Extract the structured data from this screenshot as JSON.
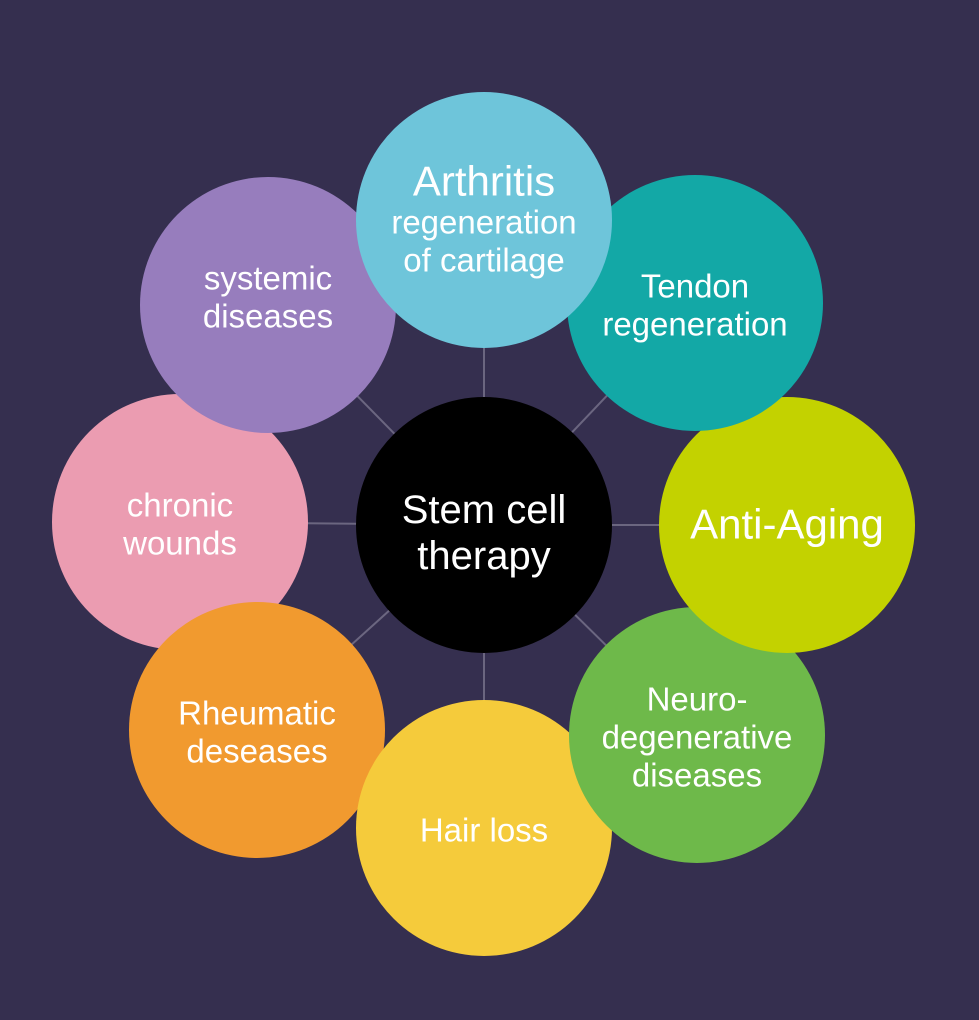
{
  "center": {
    "lines": [
      "Stem cell",
      "therapy"
    ],
    "color": "#000000"
  },
  "nodes": [
    {
      "id": "chronic-wounds",
      "lines": [
        "chronic",
        "wounds"
      ],
      "color": "#eb9cb1"
    },
    {
      "id": "rheumatic-diseases",
      "lines": [
        "Rheumatic",
        "deseases"
      ],
      "color": "#f19a2f"
    },
    {
      "id": "hair-loss",
      "lines": [
        "Hair loss"
      ],
      "color": "#f5cb3b"
    },
    {
      "id": "neurodegenerative-diseases",
      "lines": [
        "Neuro-",
        "degenerative",
        "diseases"
      ],
      "color": "#6eb94a"
    },
    {
      "id": "anti-aging",
      "lines": [
        "Anti-Aging"
      ],
      "color": "#c3d200"
    },
    {
      "id": "tendon-regeneration",
      "lines": [
        "Tendon",
        "regeneration"
      ],
      "color": "#13a8a6"
    },
    {
      "id": "systemic-diseases",
      "lines": [
        "systemic",
        "diseases"
      ],
      "color": "#977dbd"
    },
    {
      "id": "arthritis",
      "lines": [
        "Arthritis",
        "regeneration",
        "of cartilage"
      ],
      "color": "#6ec5da"
    }
  ]
}
